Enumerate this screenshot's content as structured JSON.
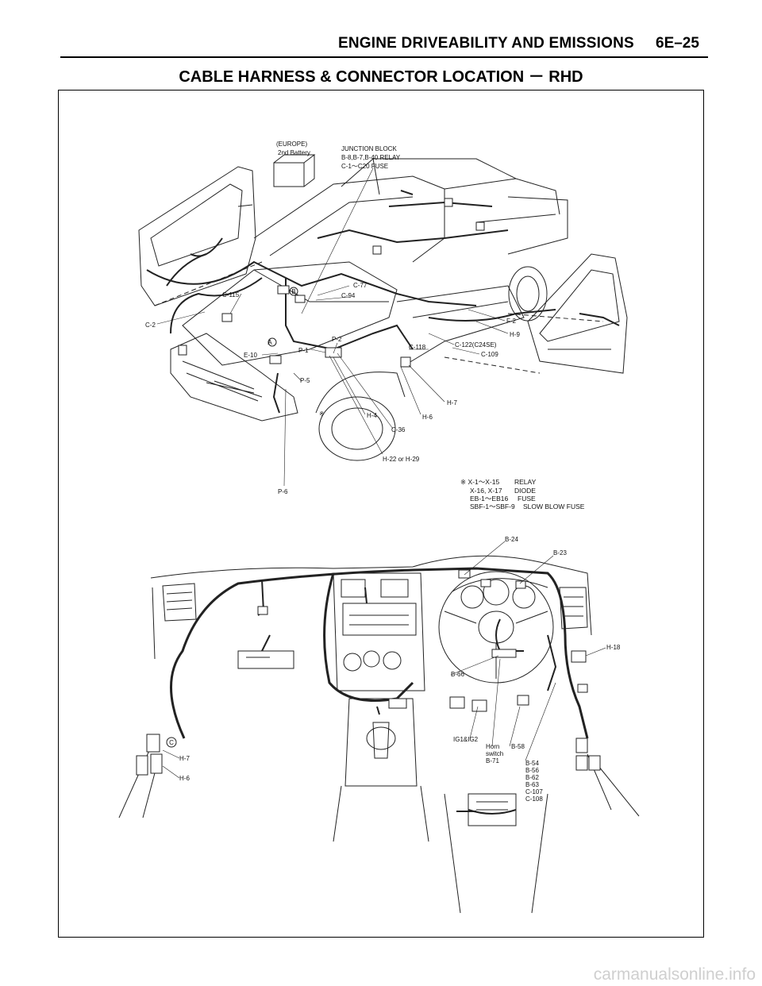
{
  "header": {
    "title": "ENGINE DRIVEABILITY AND EMISSIONS",
    "page": "6E–25"
  },
  "subtitle": "CABLE HARNESS & CONNECTOR LOCATION － RHD",
  "vehicle_labels": {
    "europe": "(EUROPE)",
    "battery": "2nd Battery",
    "jb1": "JUNCTION BLOCK",
    "jb2": "B-8,B-7,B-40 RELAY",
    "jb3": "C-1～C20 FUSE",
    "c77": "C-77",
    "c94": "C-94",
    "c115": "C-115",
    "c2": "C-2",
    "e10": "E-10",
    "circle_a": "A",
    "circle_b": "B",
    "p1": "P-1",
    "p2": "P-2",
    "p5": "P-5",
    "p6": "P-6",
    "note_mark": "※",
    "h4": "H-4",
    "c36": "C-36",
    "h22": "H-22 or H-29",
    "h6": "H-6",
    "h7": "H-7",
    "c118": "C-118",
    "c122": "C-122(C24SE)",
    "c109": "C-109",
    "h9": "H-9",
    "f2": "F-2"
  },
  "legend": [
    {
      "code": "※ X-1～X-15",
      "desc": "RELAY"
    },
    {
      "code": "X-16, X-17",
      "desc": "DIODE"
    },
    {
      "code": "EB-1～EB16",
      "desc": "FUSE"
    },
    {
      "code": "SBF-1～SBF-9",
      "desc": "SLOW BLOW FUSE"
    }
  ],
  "dash_labels": {
    "b24": "B-24",
    "b23": "B-23",
    "h18": "H-18",
    "b66": "B-66",
    "ig": "IG1&IG2",
    "horn1": "Horn",
    "horn2": "switch",
    "b71": "B-71",
    "b58": "B-58",
    "h7": "H-7",
    "h6": "H-6",
    "circle_c": "C",
    "group": [
      "B-54",
      "B-56",
      "B-62",
      "B-63",
      "C-107",
      "C-108"
    ]
  },
  "watermark": "carmanualsonline.info"
}
